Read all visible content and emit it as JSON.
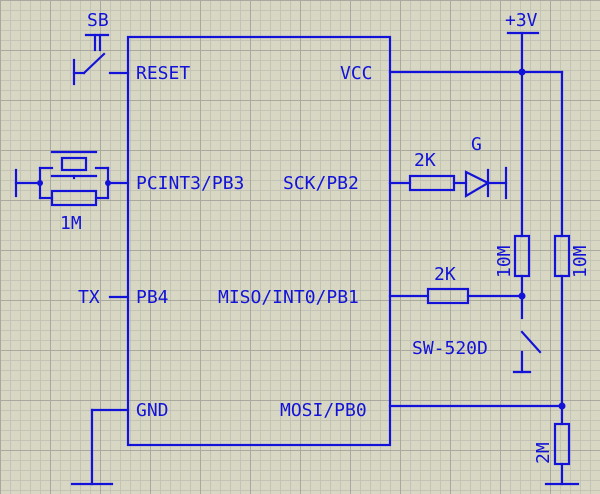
{
  "colors": {
    "wire": "#1212d8",
    "background": "#d7d7c4",
    "grid": "#a9a9a0"
  },
  "labels": {
    "sb": "SB",
    "supply": "+3V",
    "reset": "RESET",
    "vcc": "VCC",
    "pcint3": "PCINT3/PB3",
    "sck": "SCK/PB2",
    "tx": "TX",
    "pb4": "PB4",
    "miso": "MISO/INT0/PB1",
    "gnd": "GND",
    "mosi": "MOSI/PB0",
    "r_crystal": "1M",
    "r_led": "2K",
    "led": "G",
    "r_miso": "2K",
    "r_pullup1": "10M",
    "r_pullup2": "10M",
    "switch": "SW-520D",
    "r_pulldown": "2M"
  }
}
